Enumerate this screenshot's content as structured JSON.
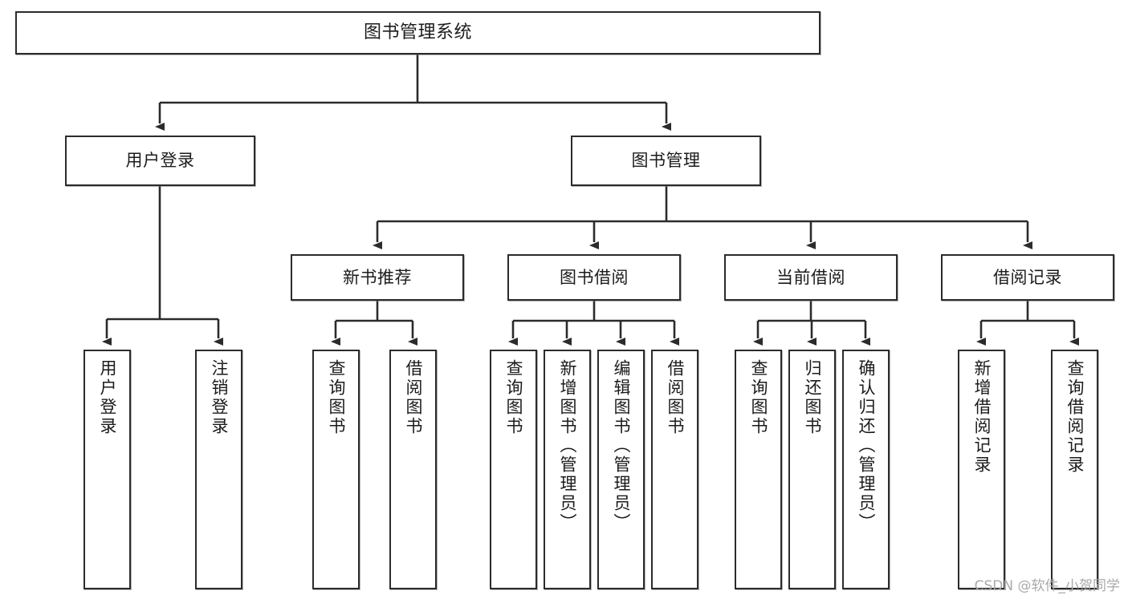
{
  "diagram": {
    "type": "tree-hierarchy-chart",
    "title": "图书管理系统",
    "orientation": "top-down",
    "colors": {
      "box_border": "#2b2b2b",
      "box_fill": "#ffffff",
      "edge": "#2b2b2b",
      "text": "#1b1b1b",
      "watermark": "#a9a9a9",
      "background": "#ffffff"
    },
    "levels": [
      {
        "level": 1,
        "nodes": [
          {
            "id": "root",
            "label": "图书管理系统",
            "orientation": "horizontal"
          }
        ]
      },
      {
        "level": 2,
        "nodes": [
          {
            "id": "user-login",
            "label": "用户登录",
            "orientation": "horizontal",
            "parent": "root"
          },
          {
            "id": "book-manage",
            "label": "图书管理",
            "orientation": "horizontal",
            "parent": "root"
          }
        ]
      },
      {
        "level": 3,
        "nodes": [
          {
            "id": "new-book-recommend",
            "label": "新书推荐",
            "orientation": "horizontal",
            "parent": "book-manage"
          },
          {
            "id": "book-borrow",
            "label": "图书借阅",
            "orientation": "horizontal",
            "parent": "book-manage"
          },
          {
            "id": "current-borrow",
            "label": "当前借阅",
            "orientation": "horizontal",
            "parent": "book-manage"
          },
          {
            "id": "borrow-record",
            "label": "借阅记录",
            "orientation": "horizontal",
            "parent": "book-manage"
          }
        ]
      },
      {
        "level": 4,
        "nodes": [
          {
            "id": "leaf-user-login",
            "label": "用户登录",
            "orientation": "vertical",
            "parent": "user-login"
          },
          {
            "id": "leaf-logout-login",
            "label": "注销登录",
            "orientation": "vertical",
            "parent": "user-login"
          },
          {
            "id": "leaf-query-book-1",
            "label": "查询图书",
            "orientation": "vertical",
            "parent": "new-book-recommend"
          },
          {
            "id": "leaf-borrow-book-1",
            "label": "借阅图书",
            "orientation": "vertical",
            "parent": "new-book-recommend"
          },
          {
            "id": "leaf-query-book-2",
            "label": "查询图书",
            "orientation": "vertical",
            "parent": "book-borrow"
          },
          {
            "id": "leaf-add-book",
            "label": "新增图书（管理员）",
            "orientation": "vertical",
            "parent": "book-borrow"
          },
          {
            "id": "leaf-edit-book",
            "label": "编辑图书（管理员）",
            "orientation": "vertical",
            "parent": "book-borrow"
          },
          {
            "id": "leaf-borrow-book-2",
            "label": "借阅图书",
            "orientation": "vertical",
            "parent": "book-borrow"
          },
          {
            "id": "leaf-query-book-3",
            "label": "查询图书",
            "orientation": "vertical",
            "parent": "current-borrow"
          },
          {
            "id": "leaf-return-book",
            "label": "归还图书",
            "orientation": "vertical",
            "parent": "current-borrow"
          },
          {
            "id": "leaf-confirm-return",
            "label": "确认归还（管理员）",
            "orientation": "vertical",
            "parent": "current-borrow"
          },
          {
            "id": "leaf-add-borrow-record",
            "label": "新增借阅记录",
            "orientation": "vertical",
            "parent": "borrow-record"
          },
          {
            "id": "leaf-query-borrow-record",
            "label": "查询借阅记录",
            "orientation": "vertical",
            "parent": "borrow-record"
          }
        ]
      }
    ]
  },
  "watermark": {
    "text": "CSDN @软件_小贺同学"
  }
}
